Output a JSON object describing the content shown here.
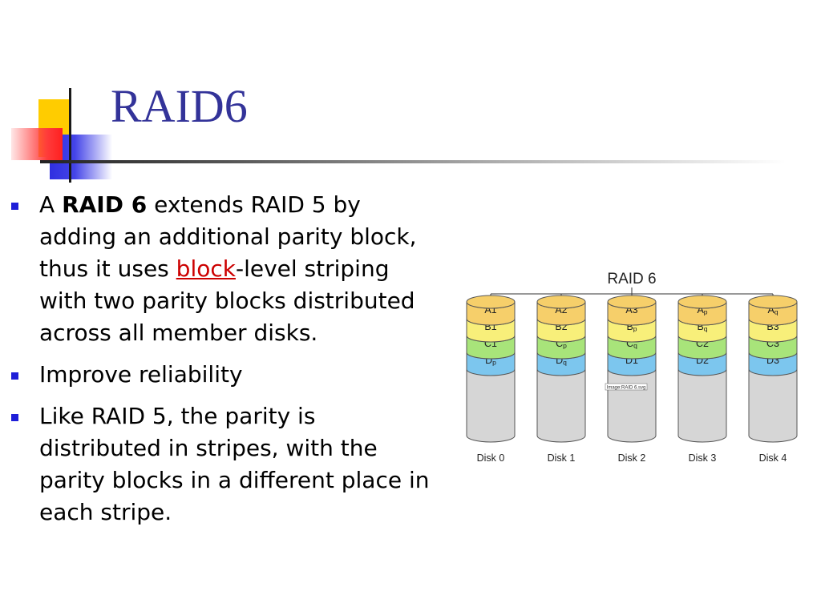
{
  "slide": {
    "title": "RAID6",
    "bullets": [
      {
        "p1": "A ",
        "bold": "RAID 6",
        "p2": " extends RAID 5 by adding an additional parity block, thus it uses ",
        "link": "block",
        "p3": "-level striping with two parity blocks distributed across all member disks."
      },
      {
        "text": "Improve reliability"
      },
      {
        "text": "Like RAID 5, the parity is distributed in stripes, with the parity blocks in a different place in each stripe."
      }
    ]
  },
  "diagram": {
    "title": "RAID 6",
    "image_caption": "Image:RAID 6.svg",
    "disks": [
      {
        "label": "Disk 0",
        "blocks": [
          [
            "A",
            "1"
          ],
          [
            "B",
            "1"
          ],
          [
            "C",
            "1"
          ],
          [
            "D",
            "p"
          ]
        ]
      },
      {
        "label": "Disk 1",
        "blocks": [
          [
            "A",
            "2"
          ],
          [
            "B",
            "2"
          ],
          [
            "C",
            "p"
          ],
          [
            "D",
            "q"
          ]
        ]
      },
      {
        "label": "Disk 2",
        "blocks": [
          [
            "A",
            "3"
          ],
          [
            "B",
            "p"
          ],
          [
            "C",
            "q"
          ],
          [
            "D",
            "1"
          ]
        ]
      },
      {
        "label": "Disk 3",
        "blocks": [
          [
            "A",
            "p"
          ],
          [
            "B",
            "q"
          ],
          [
            "C",
            "2"
          ],
          [
            "D",
            "2"
          ]
        ]
      },
      {
        "label": "Disk 4",
        "blocks": [
          [
            "A",
            "q"
          ],
          [
            "B",
            "3"
          ],
          [
            "C",
            "3"
          ],
          [
            "D",
            "3"
          ]
        ]
      }
    ],
    "block_colors": [
      "#f6cf6a",
      "#f8ef7a",
      "#a8e47a",
      "#7cc6ee"
    ],
    "disk_body_color": "#d6d6d6"
  },
  "colors": {
    "title": "#333399",
    "bullet": "#1e1ed8",
    "link": "#cc0000"
  }
}
